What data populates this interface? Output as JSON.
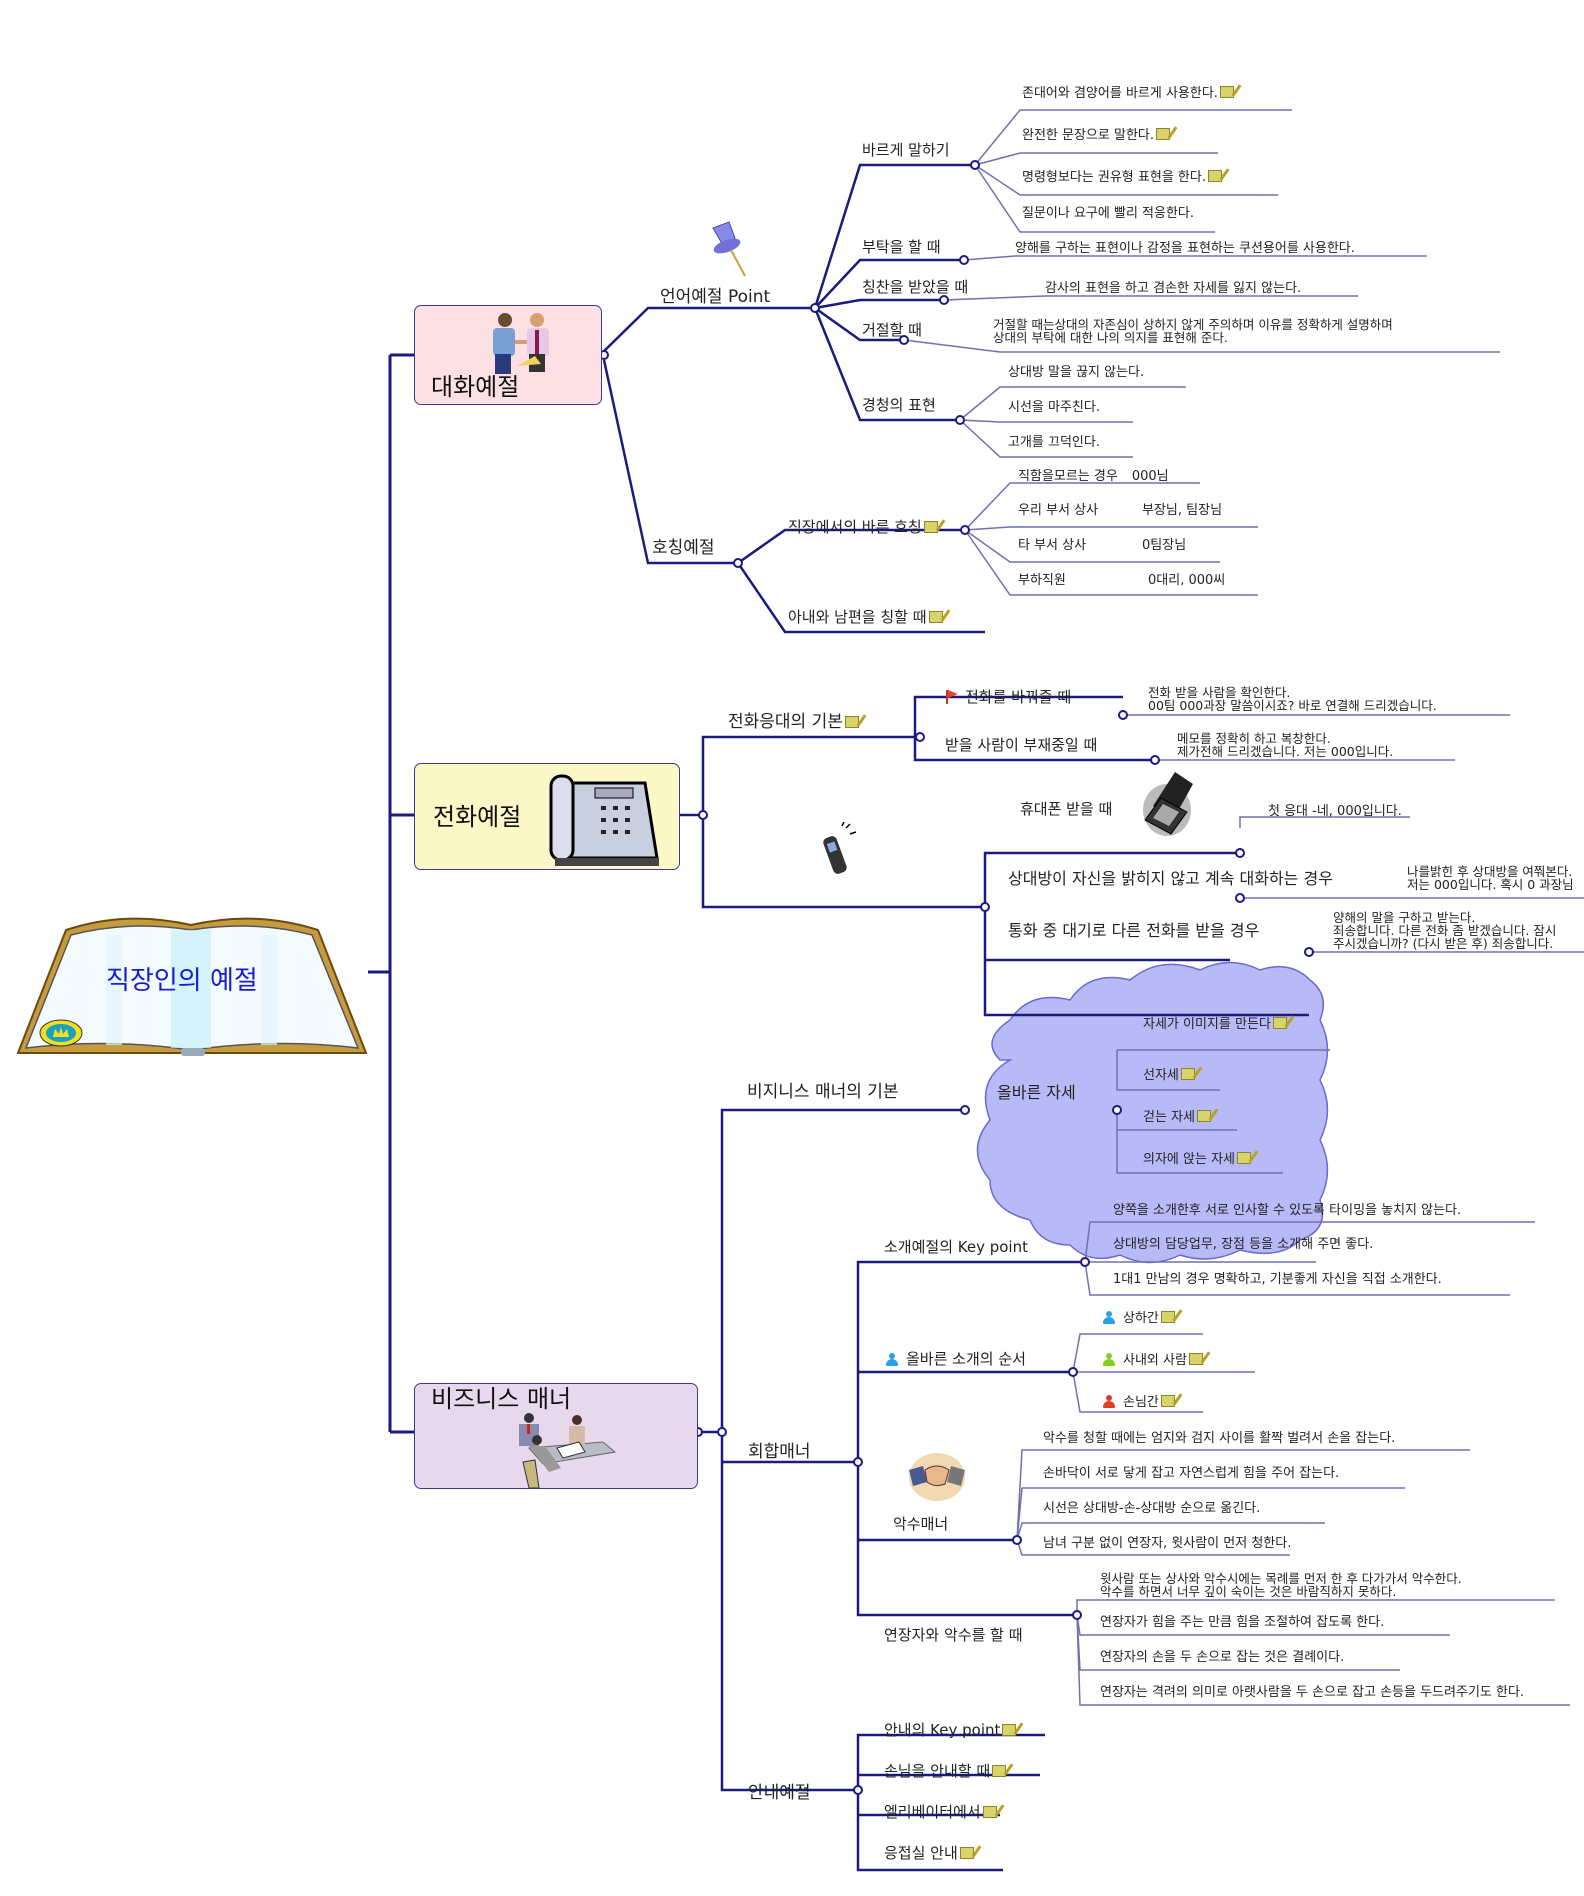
{
  "central": {
    "title": "직장인의 예절"
  },
  "colors": {
    "line": "#1a1a80",
    "conversation_bg": "#fde0e4",
    "phone_bg": "#fbf7c6",
    "business_bg": "#e8d8ee",
    "cloud_bg": "#b8baf7",
    "title_text": "#1a1ad0"
  },
  "conversation": {
    "label": "대화예절",
    "language": {
      "label": "언어예절 Point",
      "speak_correctly": {
        "label": "바르게 말하기",
        "items": [
          "존대어와 겸양어를 바르게 사용한다.",
          "완전한 문장으로 말한다.",
          "명령형보다는 권유형 표현을 한다.",
          "질문이나 요구에 빨리 적응한다."
        ]
      },
      "request": {
        "label": "부탁을 할 때",
        "text": "양해를 구하는 표현이나 감정을 표현하는 쿠션용어를 사용한다."
      },
      "praise": {
        "label": "칭찬을 받았을 때",
        "text": "감사의 표현을 하고 겸손한 자세를 잃지 않는다."
      },
      "refuse": {
        "label": "거절할 때",
        "text": "거절할 때는상대의 자존심이 상하지 않게 주의하며 이유를 정확하게 설명하며\n상대의 부탁에 대한 나의 의지를 표현해 준다."
      },
      "listening": {
        "label": "경청의 표현",
        "items": [
          "상대방 말을 끊지 않는다.",
          "시선을 마주친다.",
          "고개를 끄덕인다."
        ]
      }
    },
    "titles": {
      "label": "호칭예절",
      "workplace": {
        "label": "직장에서의 바른 호칭",
        "items": [
          {
            "who": "직함을모르는 경우",
            "call": "000님"
          },
          {
            "who": "우리 부서 상사",
            "call": "부장님, 팀장님"
          },
          {
            "who": "타 부서 상사",
            "call": "0팀장님"
          },
          {
            "who": "부하직원",
            "call": "0대리, 000씨"
          }
        ]
      },
      "spouse": {
        "label": "아내와 남편을 칭할 때"
      }
    }
  },
  "phone": {
    "label": "전화예절",
    "basics": {
      "label": "전화응대의 기본",
      "transfer": {
        "label": "전화를 바꿔줄 때",
        "text": "전화 받을 사람을 확인한다.\n00팀 000과장 말씀이시죠? 바로 연결해 드리겠습니다."
      },
      "absent": {
        "label": "받을 사람이 부재중일 때",
        "text": "메모를 정확히 하고 복창한다.\n제가전해 드리겠습니다. 저는 000입니다."
      }
    },
    "mobile": {
      "label": "휴대폰 받을 때",
      "text": "첫 응대 -네, 000입니다."
    },
    "anonymous": {
      "label": "상대방이 자신을 밝히지 않고 계속 대화하는 경우",
      "text": "나를밝힌 후 상대방을 여쭤본다.\n저는 000입니다. 혹시 0 과장님"
    },
    "call_waiting": {
      "label": "통화 중 대기로 다른 전화를 받을 경우",
      "text": "양해의 말을 구하고 받는다.\n죄송합니다. 다른 전화 좀 받겠습니다. 잠시\n주시겠습니까? (다시 받은 후) 죄송합니다."
    }
  },
  "business": {
    "label": "비즈니스 매너",
    "basics": {
      "label": "비지니스 매너의 기본",
      "posture": {
        "label": "올바른 자세",
        "items": [
          "자세가 이미지를 만든다",
          "선자세",
          "걷는 자세",
          "의자에 앉는 자세"
        ]
      }
    },
    "meeting": {
      "label": "회합매너",
      "intro_key": {
        "label": "소개예절의 Key point",
        "items": [
          "양쪽을 소개한후 서로 인사할 수 있도록 타이밍을 놓치지 않는다.",
          "상대방의 담당업무, 장점 등을 소개해 주면 좋다.",
          "1대1 만남의 경우 명확하고, 기분좋게 자신을 직접 소개한다."
        ]
      },
      "intro_order": {
        "label": "올바른 소개의 순서",
        "items": [
          {
            "label": "상하간",
            "color": "#2aa0e8"
          },
          {
            "label": "사내외 사람",
            "color": "#88cc22"
          },
          {
            "label": "손님간",
            "color": "#e03a2a"
          }
        ]
      },
      "handshake": {
        "label": "악수매너",
        "items": [
          "악수를 청할 때에는 엄지와 검지 사이를 활짝 벌려서 손을 잡는다.",
          "손바닥이 서로 닿게 잡고 자연스럽게 힘을 주어 잡는다.",
          "시선은 상대방-손-상대방 순으로 옮긴다.",
          "남녀 구분 없이 연장자, 윗사람이 먼저 청한다."
        ]
      },
      "elder": {
        "label": "연장자와 악수를 할 때",
        "items": [
          "윗사람 또는 상사와 악수시에는 목례를 먼저 한 후 다가가서 악수한다.\n악수를 하면서 너무 깊이 숙이는 것은 바람직하지 못하다.",
          "연장자가 힘을 주는 만큼 힘을 조절하여 잡도록 한다.",
          "연장자의 손을 두 손으로 잡는 것은 결례이다.",
          "연장자는 격려의 의미로 아랫사람을 두 손으로 잡고 손등을 두드려주기도 한다."
        ]
      }
    },
    "guide": {
      "label": "안내예절",
      "items": [
        "안내의 Key point",
        "손님을 안내할 때",
        "엘리베이터에서",
        "응접실 안내"
      ]
    }
  }
}
